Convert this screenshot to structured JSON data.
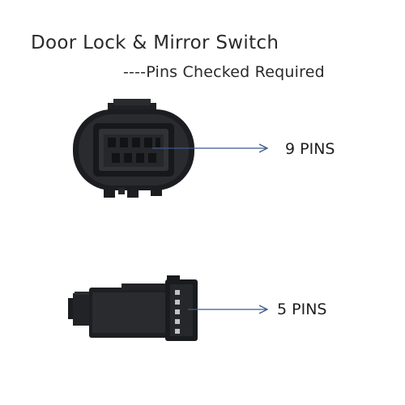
{
  "heading": {
    "title": "Door Lock & Mirror Switch",
    "subtitle": "----Pins Checked Required"
  },
  "connectors": [
    {
      "id": "upper",
      "pin_label": "9 PINS",
      "connector_color": "#1e1f22"
    },
    {
      "id": "lower",
      "pin_label": "5 PINS",
      "connector_color": "#1e1f22"
    }
  ],
  "colors": {
    "background": "#ffffff",
    "pointer_line": "#3a5a8c",
    "text": "#2a2a2a"
  }
}
